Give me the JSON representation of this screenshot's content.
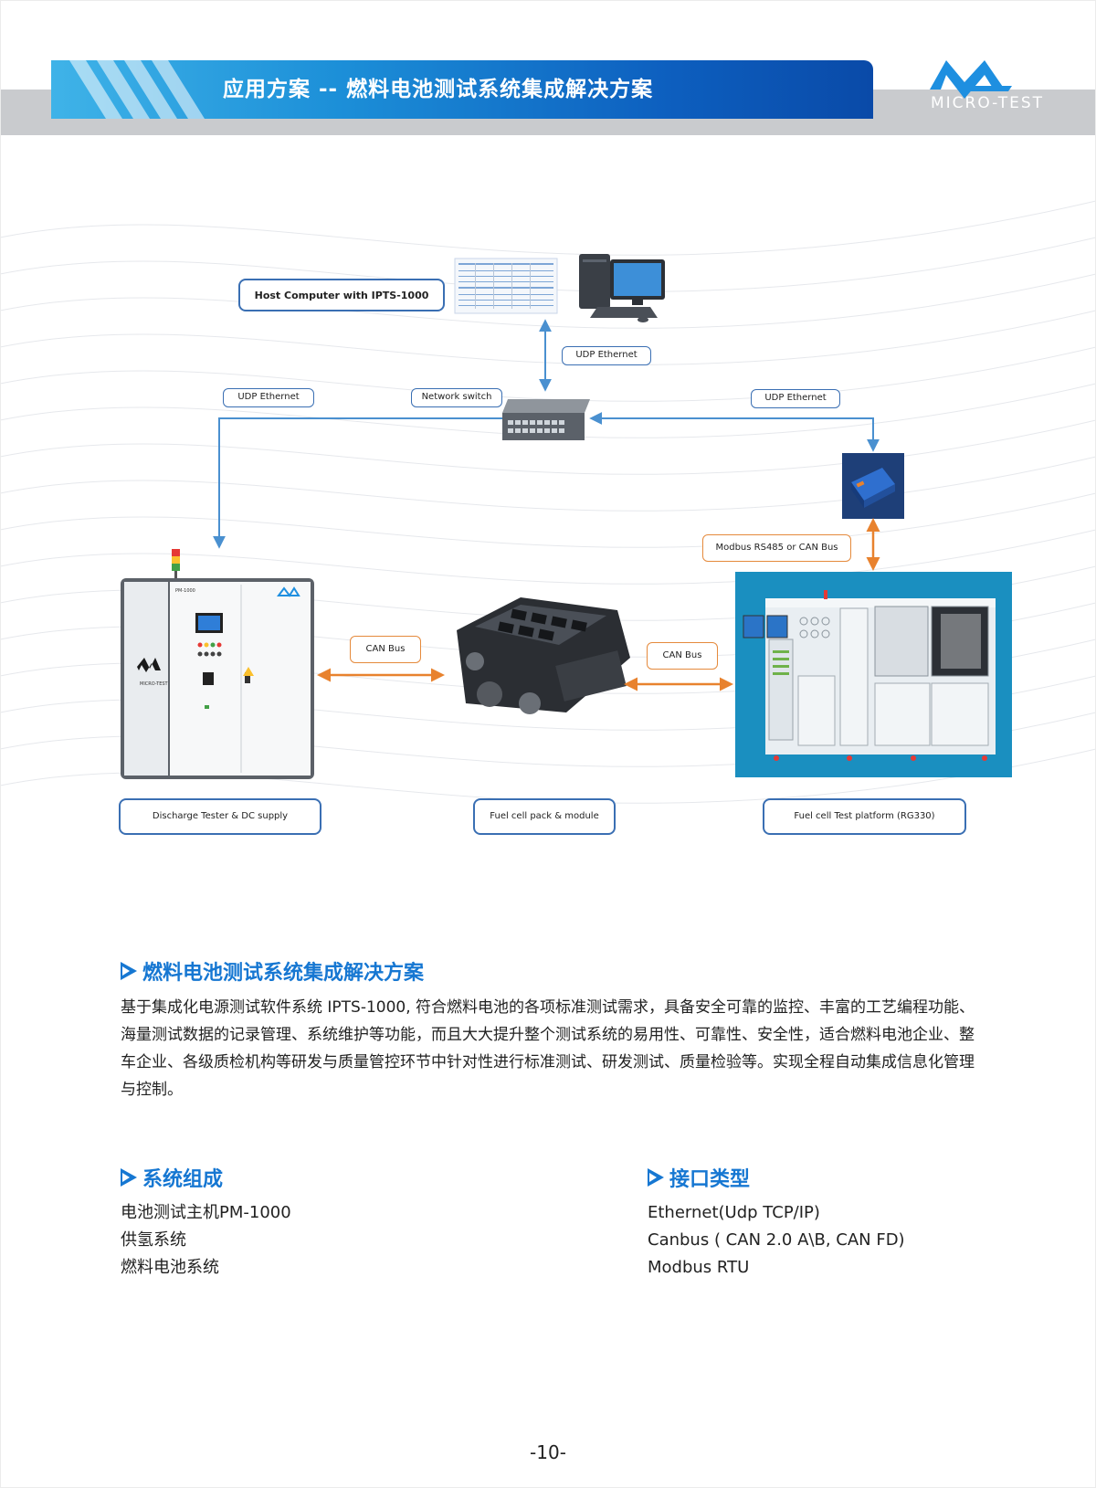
{
  "header": {
    "title": "应用方案 -- 燃料电池测试系统集成解决方案",
    "logo_text": "MICRO-TEST",
    "accent_color": "#1677d2"
  },
  "diagram": {
    "labels": {
      "host": "Host Computer with IPTS-1000",
      "udp_top": "UDP Ethernet",
      "udp_left": "UDP Ethernet",
      "network_switch": "Network switch",
      "udp_right": "UDP Ethernet",
      "modbus": "Modbus RS485 or CAN Bus",
      "can_bus_left": "CAN Bus",
      "can_bus_right": "CAN Bus",
      "discharge_tester": "Discharge Tester & DC supply",
      "fuel_cell_pack": "Fuel cell pack & module",
      "test_platform": "Fuel cell Test platform  (RG330)"
    },
    "device_text": {
      "cabinet_model": "PM-1000",
      "cabinet_brand": "MICRO-TEST"
    },
    "link_colors": {
      "ethernet": "#4a90d0",
      "bus": "#e8822e"
    }
  },
  "sections": {
    "solution": {
      "heading": "燃料电池测试系统集成解决方案",
      "body": "基于集成化电源测试软件系统 IPTS-1000, 符合燃料电池的各项标准测试需求，具备安全可靠的监控、丰富的工艺编程功能、海量测试数据的记录管理、系统维护等功能，而且大大提升整个测试系统的易用性、可靠性、安全性，适合燃料电池企业、整车企业、各级质检机构等研发与质量管控环节中针对性进行标准测试、研发测试、质量检验等。实现全程自动集成信息化管理与控制。"
    },
    "composition": {
      "heading": "系统组成",
      "items": [
        "电池测试主机PM-1000",
        "供氢系统",
        "燃料电池系统"
      ]
    },
    "interface": {
      "heading": "接口类型",
      "items": [
        "Ethernet(Udp TCP/IP)",
        "Canbus ( CAN 2.0 A\\B, CAN FD)",
        "Modbus RTU"
      ]
    }
  },
  "footer": {
    "page_number": "-10-"
  }
}
